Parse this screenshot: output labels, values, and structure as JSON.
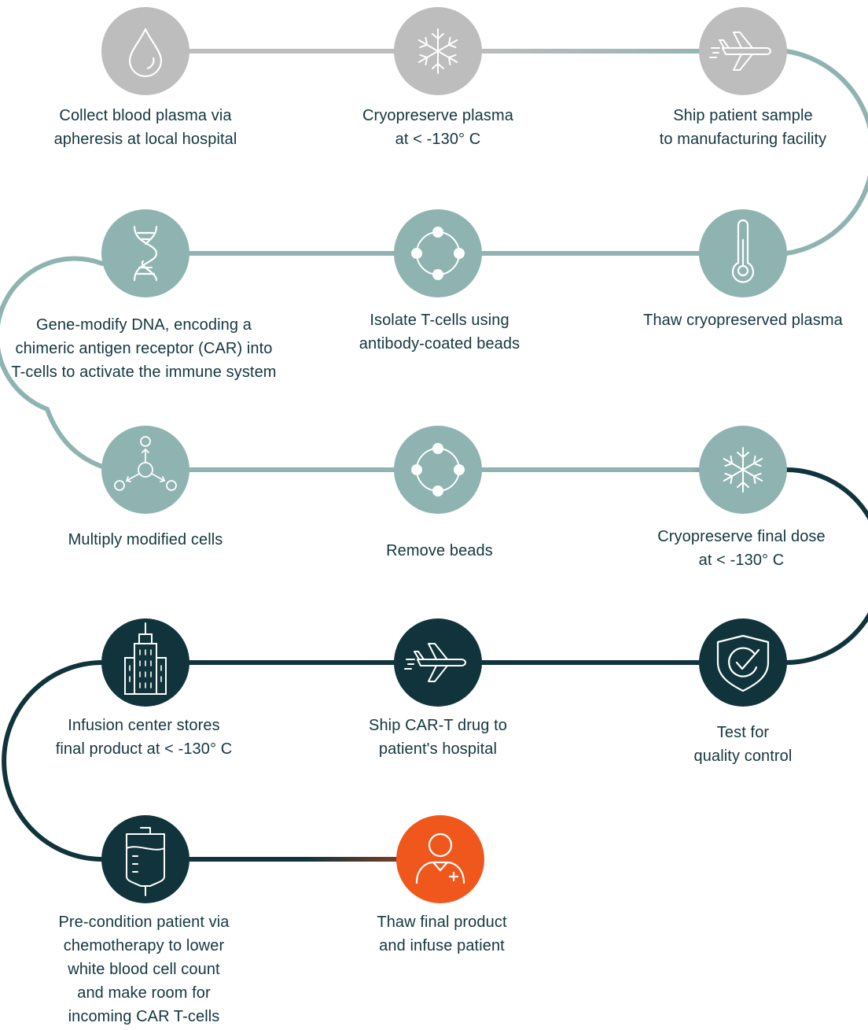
{
  "colors": {
    "gray": "#bdbdbd",
    "teal": "#8fb3b1",
    "dark": "#11343c",
    "orange": "#f0571d",
    "text": "#14363f"
  },
  "steps": [
    {
      "id": "collect-plasma",
      "icon": "drop-icon",
      "color": "gray",
      "label": [
        "Collect blood plasma via",
        "apheresis at local hospital"
      ]
    },
    {
      "id": "cryopreserve-plasma",
      "icon": "snowflake-icon",
      "color": "gray",
      "label": [
        "Cryopreserve plasma",
        "at < -130° C"
      ]
    },
    {
      "id": "ship-sample",
      "icon": "airplane-icon",
      "color": "gray",
      "label": [
        "Ship patient sample",
        "to manufacturing facility"
      ]
    },
    {
      "id": "thaw-plasma",
      "icon": "thermometer-icon",
      "color": "teal",
      "label": [
        "Thaw cryopreserved plasma"
      ]
    },
    {
      "id": "isolate-tcells",
      "icon": "beads-icon",
      "color": "teal",
      "label": [
        "Isolate T-cells using",
        "antibody-coated beads"
      ]
    },
    {
      "id": "gene-modify",
      "icon": "dna-icon",
      "color": "teal",
      "label": [
        "Gene-modify DNA, encoding a",
        "chimeric antigen receptor (CAR) into",
        "T-cells to activate the immune system"
      ]
    },
    {
      "id": "multiply-cells",
      "icon": "multiply-cells-icon",
      "color": "teal",
      "label": [
        "Multiply modified cells"
      ]
    },
    {
      "id": "remove-beads",
      "icon": "beads-icon",
      "color": "teal",
      "label": [
        "Remove beads"
      ]
    },
    {
      "id": "cryopreserve-dose",
      "icon": "snowflake-icon",
      "color": "teal",
      "label": [
        "Cryopreserve final dose",
        "at < -130° C"
      ]
    },
    {
      "id": "quality-control",
      "icon": "shield-check-icon",
      "color": "dark",
      "label": [
        "Test for",
        "quality control"
      ]
    },
    {
      "id": "ship-drug",
      "icon": "airplane-icon",
      "color": "dark",
      "label": [
        "Ship CAR-T drug to",
        "patient's hospital"
      ]
    },
    {
      "id": "infusion-center",
      "icon": "building-icon",
      "color": "dark",
      "label": [
        "Infusion center stores",
        "final product at < -130° C"
      ]
    },
    {
      "id": "pre-condition",
      "icon": "iv-bag-icon",
      "color": "dark",
      "label": [
        "Pre-condition patient via",
        "chemotherapy to lower",
        "white blood cell count",
        "and make room for",
        "incoming CAR T-cells"
      ]
    },
    {
      "id": "thaw-infuse",
      "icon": "patient-icon",
      "color": "orange",
      "label": [
        "Thaw final product",
        "and infuse patient"
      ]
    }
  ]
}
